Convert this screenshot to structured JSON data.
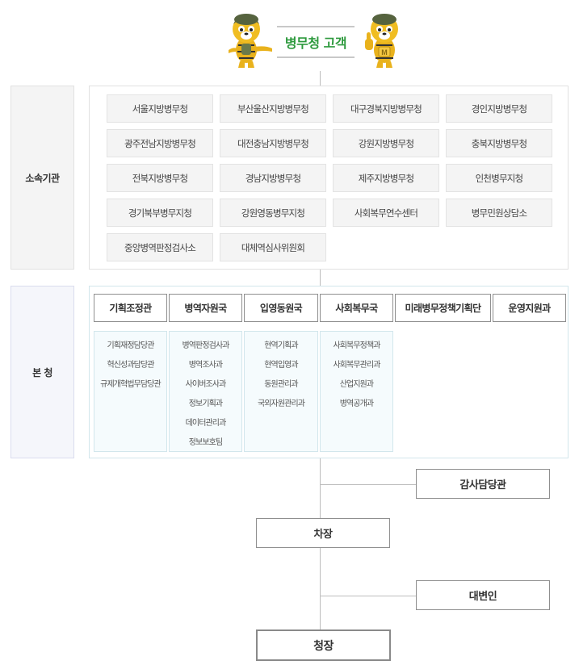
{
  "header": {
    "title": "병무청 고객",
    "left_mascot": "tiger-mascot-pointing",
    "right_mascot": "tiger-mascot-thumbs-up"
  },
  "affiliated": {
    "label": "소속기관",
    "items": [
      "서울지방병무청",
      "부산울산지방병무청",
      "대구경북지방병무청",
      "경인지방병무청",
      "광주전남지방병무청",
      "대전충남지방병무청",
      "강원지방병무청",
      "충북지방병무청",
      "전북지방병무청",
      "경남지방병무청",
      "제주지방병무청",
      "인천병무지청",
      "경기북부병무지청",
      "강원영동병무지청",
      "사회복무연수센터",
      "병무민원상담소",
      "중앙병역판정검사소",
      "대체역심사위원회"
    ]
  },
  "headquarters": {
    "label": "본 청",
    "departments": [
      {
        "name": "기획조정관",
        "subs": [
          "기획재정담당관",
          "혁신성과담당관",
          "규제개혁법무담당관"
        ]
      },
      {
        "name": "병역자원국",
        "subs": [
          "병역판정검사과",
          "병역조사과",
          "사이버조사과",
          "정보기획과",
          "데이터관리과",
          "정보보호팀"
        ]
      },
      {
        "name": "입영동원국",
        "subs": [
          "현역기획과",
          "현역입영과",
          "동원관리과",
          "국외자원관리과"
        ]
      },
      {
        "name": "사회복무국",
        "subs": [
          "사회복무정책과",
          "사회복무관리과",
          "산업지원과",
          "병역공개과"
        ]
      },
      {
        "name": "미래병무정책기획단",
        "subs": []
      },
      {
        "name": "운영지원과",
        "subs": []
      }
    ]
  },
  "leadership": {
    "audit": "감사담당관",
    "vice": "차장",
    "spokesperson": "대변인",
    "commissioner": "청장"
  },
  "colors": {
    "title_green": "#2e9a3e",
    "box_border": "#8f8f8f",
    "sub_bg": "#f5fbfd",
    "sub_border": "#d2e6ec"
  }
}
